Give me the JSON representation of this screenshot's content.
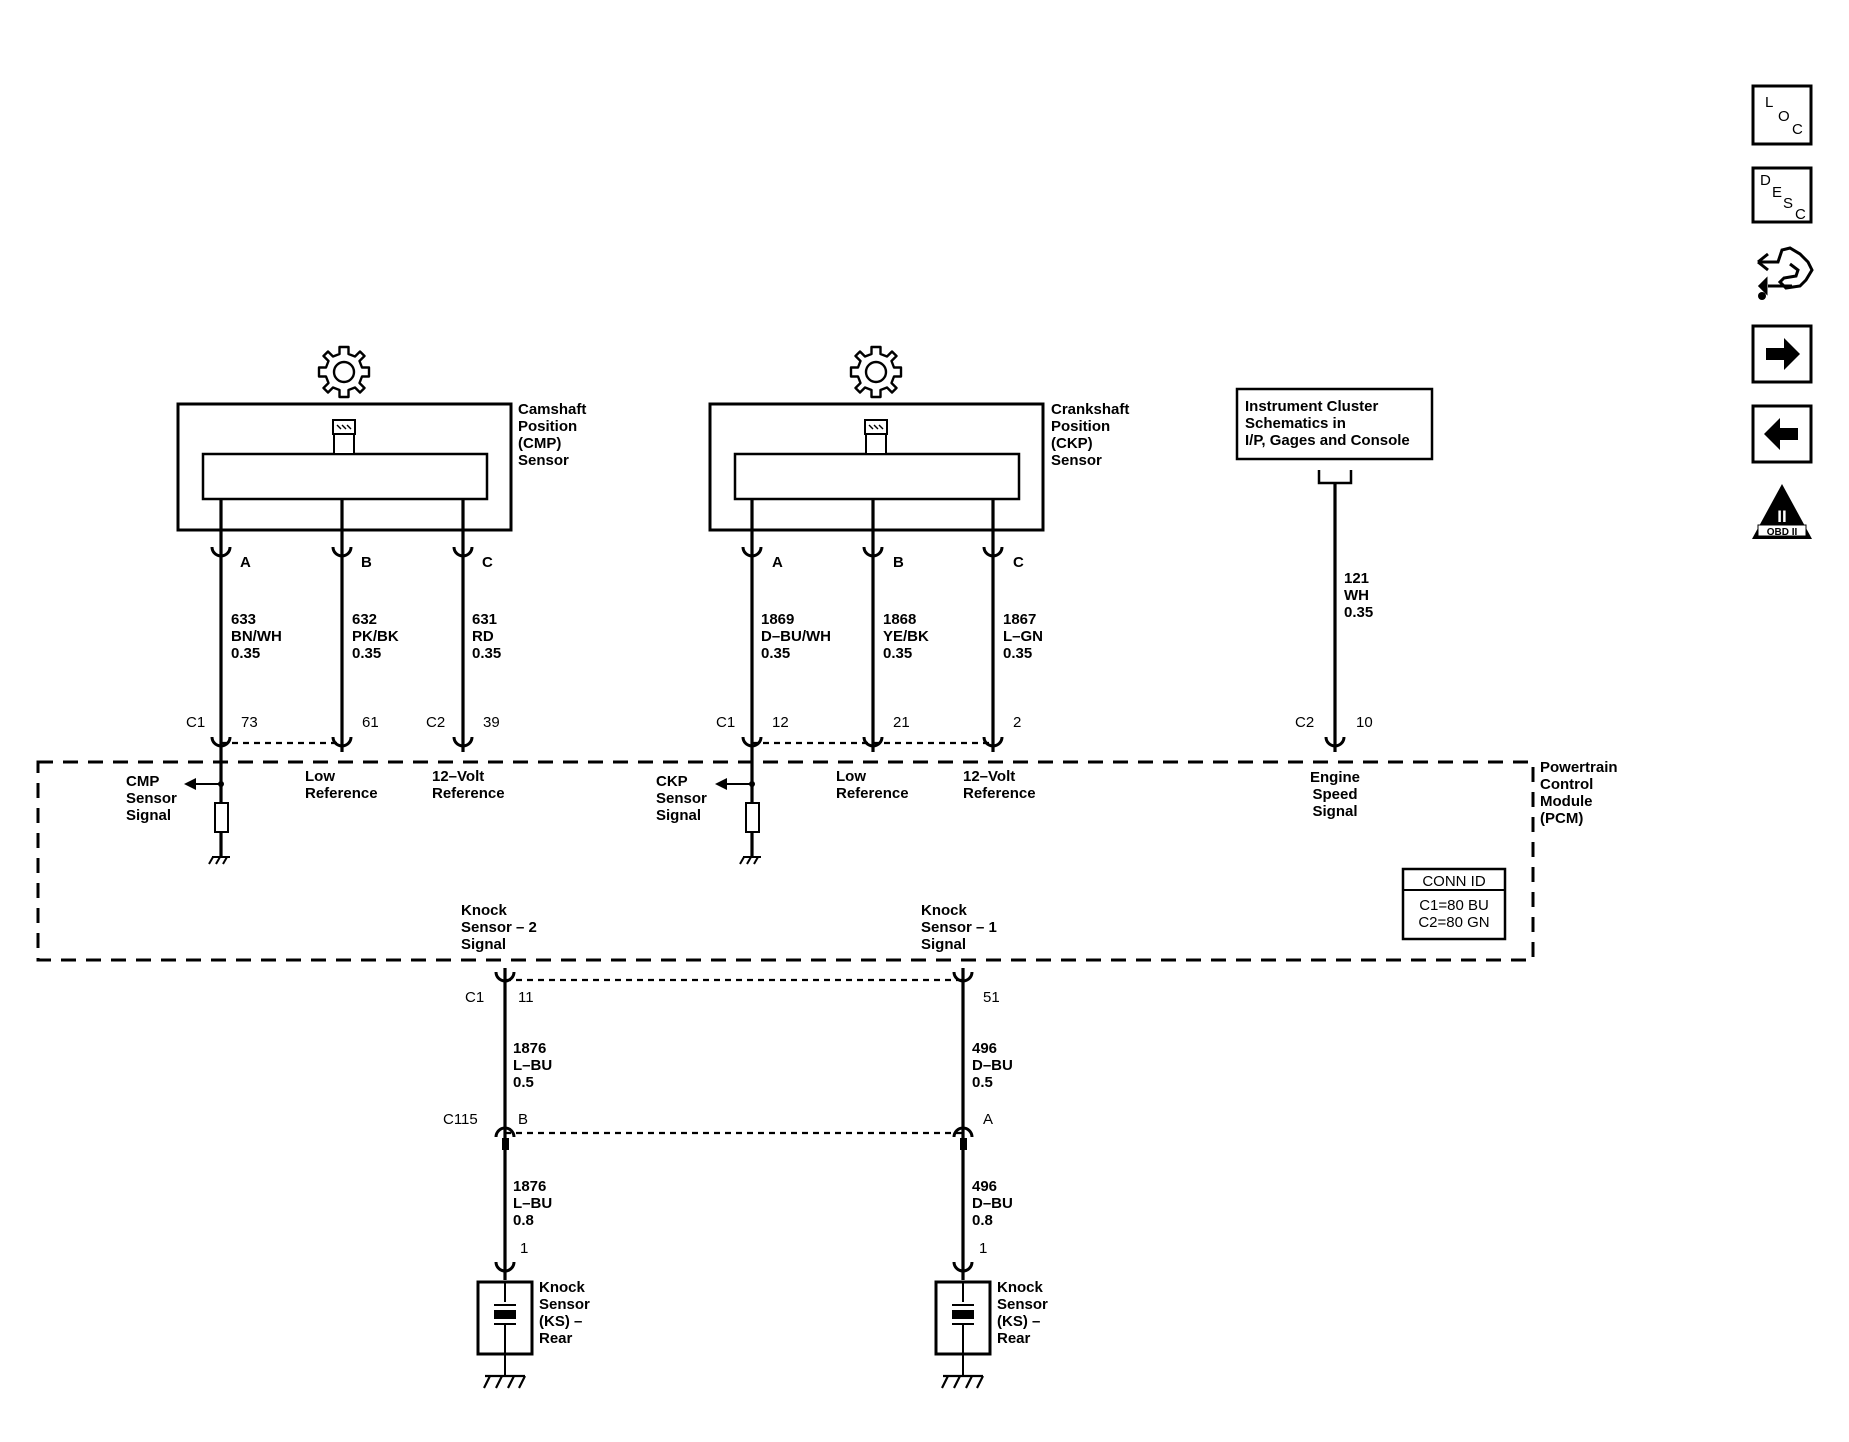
{
  "nav": {
    "loc": "LOC",
    "desc": "DESC",
    "obd": "OBD II",
    "obd_num": "II"
  },
  "cmp": {
    "name": [
      "Camshaft",
      "Position",
      "(CMP)",
      "Sensor"
    ],
    "pins": [
      {
        "pin": "A",
        "circuit": "633",
        "color": "BN/WH",
        "size": "0.35",
        "pcm_pin": "73"
      },
      {
        "pin": "B",
        "circuit": "632",
        "color": "PK/BK",
        "size": "0.35",
        "pcm_pin": "61"
      },
      {
        "pin": "C",
        "circuit": "631",
        "color": "RD",
        "size": "0.35",
        "pcm_pin": "39"
      }
    ],
    "conn_left": "C1",
    "conn_right": "C2",
    "signal_label": [
      "CMP",
      "Sensor",
      "Signal"
    ],
    "low_ref": [
      "Low",
      "Reference"
    ],
    "v12_ref": [
      "12–Volt",
      "Reference"
    ]
  },
  "ckp": {
    "name": [
      "Crankshaft",
      "Position",
      "(CKP)",
      "Sensor"
    ],
    "pins": [
      {
        "pin": "A",
        "circuit": "1869",
        "color": "D–BU/WH",
        "size": "0.35",
        "pcm_pin": "12"
      },
      {
        "pin": "B",
        "circuit": "1868",
        "color": "YE/BK",
        "size": "0.35",
        "pcm_pin": "21"
      },
      {
        "pin": "C",
        "circuit": "1867",
        "color": "L–GN",
        "size": "0.35",
        "pcm_pin": "2"
      }
    ],
    "conn_left": "C1",
    "signal_label": [
      "CKP",
      "Sensor",
      "Signal"
    ],
    "low_ref": [
      "Low",
      "Reference"
    ],
    "v12_ref": [
      "12–Volt",
      "Reference"
    ]
  },
  "ic": {
    "box": [
      "Instrument Cluster",
      "Schematics in",
      "I/P, Gages and Console"
    ],
    "circuit": "121",
    "color": "WH",
    "size": "0.35",
    "conn": "C2",
    "pcm_pin": "10",
    "label": [
      "Engine",
      "Speed",
      "Signal"
    ]
  },
  "pcm": {
    "name": [
      "Powertrain",
      "Control",
      "Module",
      "(PCM)"
    ],
    "conn_id_title": "CONN ID",
    "conn_id": [
      "C1=80 BU",
      "C2=80 GN"
    ]
  },
  "knock": {
    "ks2_label": [
      "Knock",
      "Sensor – 2",
      "Signal"
    ],
    "ks1_label": [
      "Knock",
      "Sensor – 1",
      "Signal"
    ],
    "conn": "C1",
    "ks2_pin": "11",
    "ks1_pin": "51",
    "left_upper": {
      "circuit": "1876",
      "color": "L–BU",
      "size": "0.5"
    },
    "right_upper": {
      "circuit": "496",
      "color": "D–BU",
      "size": "0.5"
    },
    "c115": "C115",
    "c115_left_pin": "B",
    "c115_right_pin": "A",
    "left_lower": {
      "circuit": "1876",
      "color": "L–BU",
      "size": "0.8"
    },
    "right_lower": {
      "circuit": "496",
      "color": "D–BU",
      "size": "0.8"
    },
    "sensor_pin": "1",
    "left_sensor": [
      "Knock",
      "Sensor",
      "(KS) –",
      "Rear"
    ],
    "right_sensor": [
      "Knock",
      "Sensor",
      "(KS) –",
      "Rear"
    ]
  }
}
